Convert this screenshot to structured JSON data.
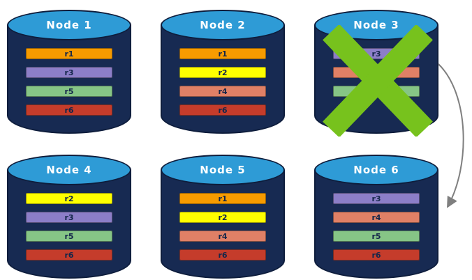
{
  "colors": {
    "cylinder_body": "#172a52",
    "cylinder_top": "#2e9bd6",
    "cylinder_border": "#0e1d3c",
    "failure_x": "#77c21d",
    "arrow": "#7f7f7f",
    "r1": "#f79b00",
    "r2": "#ffff00",
    "r3": "#8c7ec8",
    "r4": "#e08066",
    "r5": "#86c586",
    "r6": "#c53c2b"
  },
  "nodes": [
    {
      "label": "Node 1",
      "records": [
        {
          "label": "r1",
          "color": "#f79b00"
        },
        {
          "label": "r3",
          "color": "#8c7ec8"
        },
        {
          "label": "r5",
          "color": "#86c586"
        },
        {
          "label": "r6",
          "color": "#c53c2b"
        }
      ]
    },
    {
      "label": "Node 2",
      "records": [
        {
          "label": "r1",
          "color": "#f79b00"
        },
        {
          "label": "r2",
          "color": "#ffff00"
        },
        {
          "label": "r4",
          "color": "#e08066"
        },
        {
          "label": "r6",
          "color": "#c53c2b"
        }
      ]
    },
    {
      "label": "Node 3",
      "records": [
        {
          "label": "r3",
          "color": "#8c7ec8"
        },
        {
          "label": "r4",
          "color": "#e08066"
        },
        {
          "label": "r5",
          "color": "#86c586"
        }
      ]
    },
    {
      "label": "Node 4",
      "records": [
        {
          "label": "r2",
          "color": "#ffff00"
        },
        {
          "label": "r3",
          "color": "#8c7ec8"
        },
        {
          "label": "r5",
          "color": "#86c586"
        },
        {
          "label": "r6",
          "color": "#c53c2b"
        }
      ]
    },
    {
      "label": "Node 5",
      "records": [
        {
          "label": "r1",
          "color": "#f79b00"
        },
        {
          "label": "r2",
          "color": "#ffff00"
        },
        {
          "label": "r4",
          "color": "#e08066"
        },
        {
          "label": "r6",
          "color": "#c53c2b"
        }
      ]
    },
    {
      "label": "Node 6",
      "records": [
        {
          "label": "r3",
          "color": "#8c7ec8"
        },
        {
          "label": "r4",
          "color": "#e08066"
        },
        {
          "label": "r5",
          "color": "#86c586"
        },
        {
          "label": "r6",
          "color": "#c53c2b"
        }
      ]
    }
  ]
}
